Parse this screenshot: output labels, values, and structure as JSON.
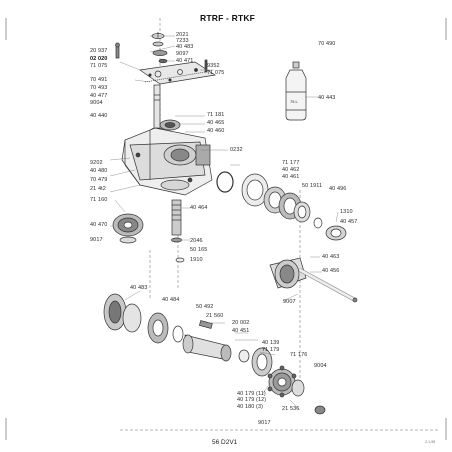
{
  "title": "RTRF - RTKF",
  "footer": "56 D2V1",
  "page_code": "2-1-98",
  "bottle_text": "75 L",
  "labels": [
    "2021",
    "7233",
    "40 483",
    "9097",
    "40 471",
    "20 937",
    "02 020",
    "71 075",
    "9352",
    "71 075",
    "70 490",
    "70 491",
    "70 493",
    "40 477",
    "9004",
    "40 440",
    "40 443",
    "71 181",
    "40 465",
    "40 460",
    "0232",
    "9202",
    "40 480",
    "70 479",
    "71 160",
    "21 4t2",
    "71 177",
    "40 462",
    "40 461",
    "50 1911",
    "40 496",
    "40 464",
    "1310",
    "40 457",
    "40 470",
    "9017",
    "2046",
    "50 165",
    "1910",
    "40 463",
    "40 456",
    "40 483",
    "40 484",
    "50 492",
    "21 560",
    "9007",
    "20 002",
    "40 451",
    "40 139",
    "71 179",
    "71 176",
    "9004",
    "40 179 (11)",
    "40 179 (12)",
    "40 180 (3)",
    "21 536",
    "9017"
  ]
}
